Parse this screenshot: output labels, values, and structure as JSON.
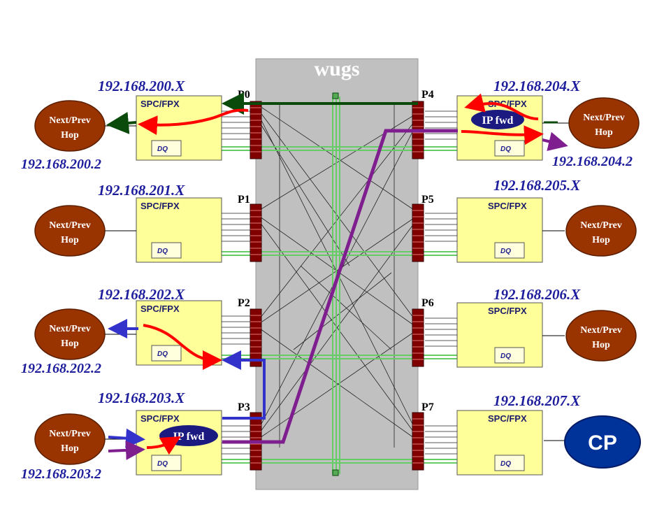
{
  "title": "wugs",
  "ports": {
    "p0": "P0",
    "p1": "P1",
    "p2": "P2",
    "p3": "P3",
    "p4": "P4",
    "p5": "P5",
    "p6": "P6",
    "p7": "P7"
  },
  "subnets": {
    "s200": "192.168.200.X",
    "s201": "192.168.201.X",
    "s202": "192.168.202.X",
    "s203": "192.168.203.X",
    "s204": "192.168.204.X",
    "s205": "192.168.205.X",
    "s206": "192.168.206.X",
    "s207": "192.168.207.X"
  },
  "hosts": {
    "h200": "192.168.200.2",
    "h202": "192.168.202.2",
    "h203": "192.168.203.2",
    "h204": "192.168.204.2"
  },
  "labels": {
    "spc": "SPC/FPX",
    "dq": "DQ",
    "hop_line1": "Next/Prev",
    "hop_line2": "Hop",
    "ipfwd": "IP fwd",
    "cp": "CP"
  },
  "colors": {
    "switch_fill": "#c0c0c0",
    "spc_fill": "#ffff99",
    "hop_fill": "#993300",
    "port_fill": "#800000",
    "cp_fill": "#003399",
    "ipfwd_fill": "#1a1a80",
    "bus_green": "#66cc66"
  }
}
